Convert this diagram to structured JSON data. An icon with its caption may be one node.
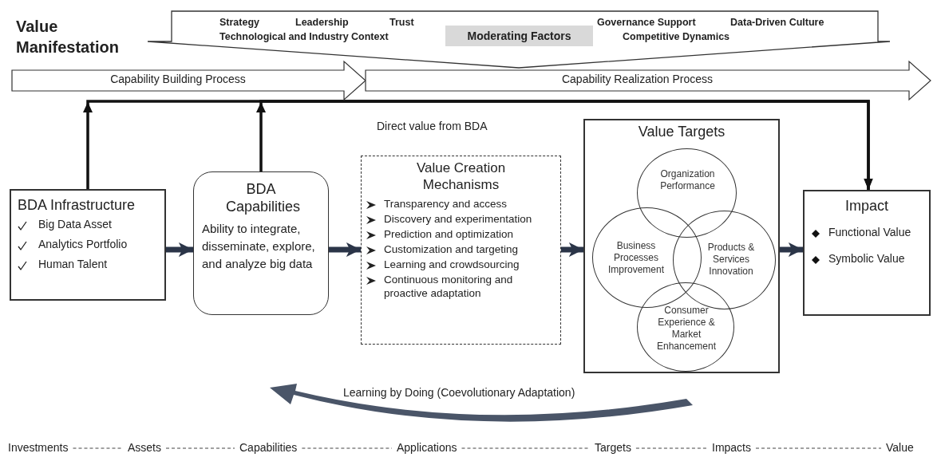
{
  "diagram": {
    "title": "Value Manifestation",
    "nodes": [
      {
        "text": [
          "Strategy",
          "Leadership",
          "Trust",
          "Technological and Industry Context",
          "Governance Support",
          "Data-Driven Culture",
          "Competitive Dynamics"
        ]
      },
      {
        "text": [
          "Moderating Factors"
        ],
        "in": 0
      },
      {
        "text": [
          "Capability Building Process"
        ]
      },
      {
        "text": [
          "Capability Realization Process"
        ]
      },
      {
        "text": [
          "BDA Infrastructure",
          "Big Data Asset",
          "Analytics Portfolio",
          "Human Talent"
        ]
      },
      {
        "text": [
          "BDA Capabilities",
          "Ability to integrate, disseminate, explore, and analyze big data"
        ]
      },
      {
        "text": [
          "Value Creation Mechanisms",
          "Transparency and access",
          "Discovery and experimentation",
          "Prediction and optimization",
          "Customization and targeting",
          "Learning and crowdsourcing",
          "Continuous monitoring and proactive adaptation"
        ]
      },
      {
        "text": [
          "Value Targets"
        ]
      },
      {
        "text": [
          "Organization Performance"
        ],
        "in": 7
      },
      {
        "text": [
          "Business Processes Improvement"
        ],
        "in": 7
      },
      {
        "text": [
          "Products & Services Innovation"
        ],
        "in": 7
      },
      {
        "text": [
          "Consumer Experience & Market Enhancement"
        ],
        "in": 7
      },
      {
        "text": [
          "Impact",
          "Functional Value",
          "Symbolic Value"
        ]
      },
      {
        "text": [
          "Investments"
        ]
      },
      {
        "text": [
          "Assets"
        ]
      },
      {
        "text": [
          "Capabilities"
        ]
      },
      {
        "text": [
          "Applications"
        ]
      },
      {
        "text": [
          "Targets"
        ]
      },
      {
        "text": [
          "Impacts"
        ]
      },
      {
        "text": [
          "Value"
        ]
      }
    ],
    "edges": [
      {
        "from": 4,
        "to": 5,
        "arrow": "to",
        "style": "thick",
        "color": "#2b3548"
      },
      {
        "from": 5,
        "to": 6,
        "arrow": "to",
        "style": "thick",
        "color": "#2b3548"
      },
      {
        "from": 6,
        "to": 7,
        "arrow": "to",
        "style": "thick",
        "color": "#2b3548"
      },
      {
        "from": 7,
        "to": 12,
        "arrow": "to",
        "style": "thick",
        "color": "#2b3548"
      },
      {
        "from": 4,
        "to": 12,
        "arrow": "to",
        "style": "thick"
      },
      {
        "from": 5,
        "to": 12,
        "arrow": "to",
        "style": "thick",
        "label": "Direct value from BDA"
      },
      {
        "from": 13,
        "to": 14,
        "arrow": "none",
        "style": "dashed",
        "color": "#444444"
      },
      {
        "from": 14,
        "to": 15,
        "arrow": "none",
        "style": "dashed",
        "color": "#444444"
      },
      {
        "from": 15,
        "to": 16,
        "arrow": "none",
        "style": "dashed",
        "color": "#444444"
      },
      {
        "from": 16,
        "to": 17,
        "arrow": "none",
        "style": "dashed",
        "color": "#444444"
      },
      {
        "from": 17,
        "to": 18,
        "arrow": "none",
        "style": "dashed",
        "color": "#444444"
      },
      {
        "from": 18,
        "to": 19,
        "arrow": "none",
        "style": "dashed",
        "color": "#444444"
      }
    ],
    "labels": [
      "Learning by Doing (Coevolutionary Adaptation)"
    ]
  }
}
